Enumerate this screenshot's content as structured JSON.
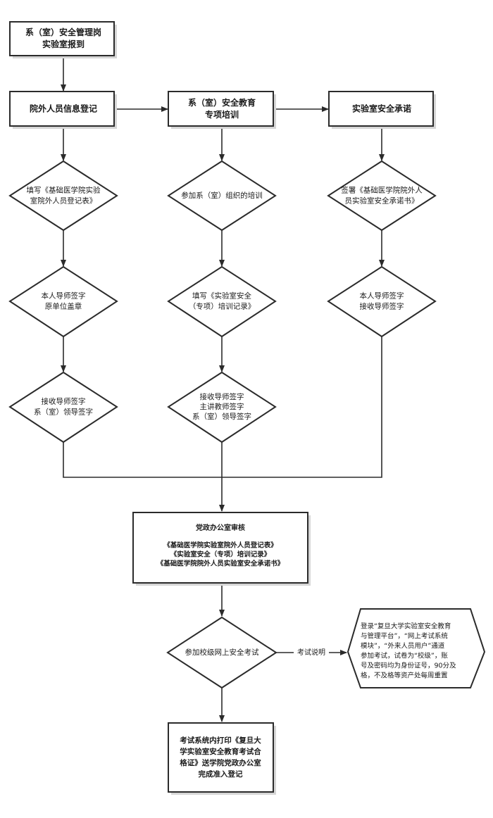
{
  "nodes": {
    "start": [
      "系（室）安全管理岗",
      "实验室报到"
    ],
    "outside_reg": [
      "院外人员信息登记"
    ],
    "dept_training": [
      "系（室）安全教育",
      "专项培训"
    ],
    "safety_pledge": [
      "实验室安全承诺"
    ],
    "fill_reg_form": [
      "填写《基础医学院实验",
      "室院外人员登记表》"
    ],
    "attend_training": [
      "参加系（室）组织的培训"
    ],
    "sign_pledge": [
      "签署《基础医学院院外人",
      "员实验室安全承诺书》"
    ],
    "sign_tutor_unit": [
      "本人导师签字",
      "原单位盖章"
    ],
    "fill_training_record": [
      "填写《实验室安全",
      "（专项）培训记录》"
    ],
    "sign_tutor_host": [
      "本人导师签字",
      "接收导师签字"
    ],
    "sign_host_dept": [
      "接收导师签字",
      "系（室）领导签字"
    ],
    "sign_host_lecturer_dept": [
      "接收导师签字",
      "主讲教师签字",
      "系（室）领导签字"
    ],
    "office_review": {
      "title": "党政办公室审核",
      "docs": [
        "《基础医学院实验室院外人员登记表》",
        "《实验室安全（专项）培训记录》",
        "《基础医学院院外人员实验室安全承诺书》"
      ]
    },
    "online_exam": [
      "参加校级网上安全考试"
    ],
    "exam_note": [
      "登录“复旦大学实验室安全教育",
      "与管理平台”，“网上考试系统",
      "模块”，“外来人员用户”通道",
      "参加考试，试卷为“校级”，账",
      "号及密码均为身份证号，90分及",
      "格，不及格等资产处每周重置"
    ],
    "final": [
      "考试系统内打印《复旦大",
      "学实验室安全教育考试合",
      "格证》送学院党政办公室",
      "完成准入登记"
    ]
  },
  "edge_labels": {
    "exam_explanation": "考试说明"
  }
}
